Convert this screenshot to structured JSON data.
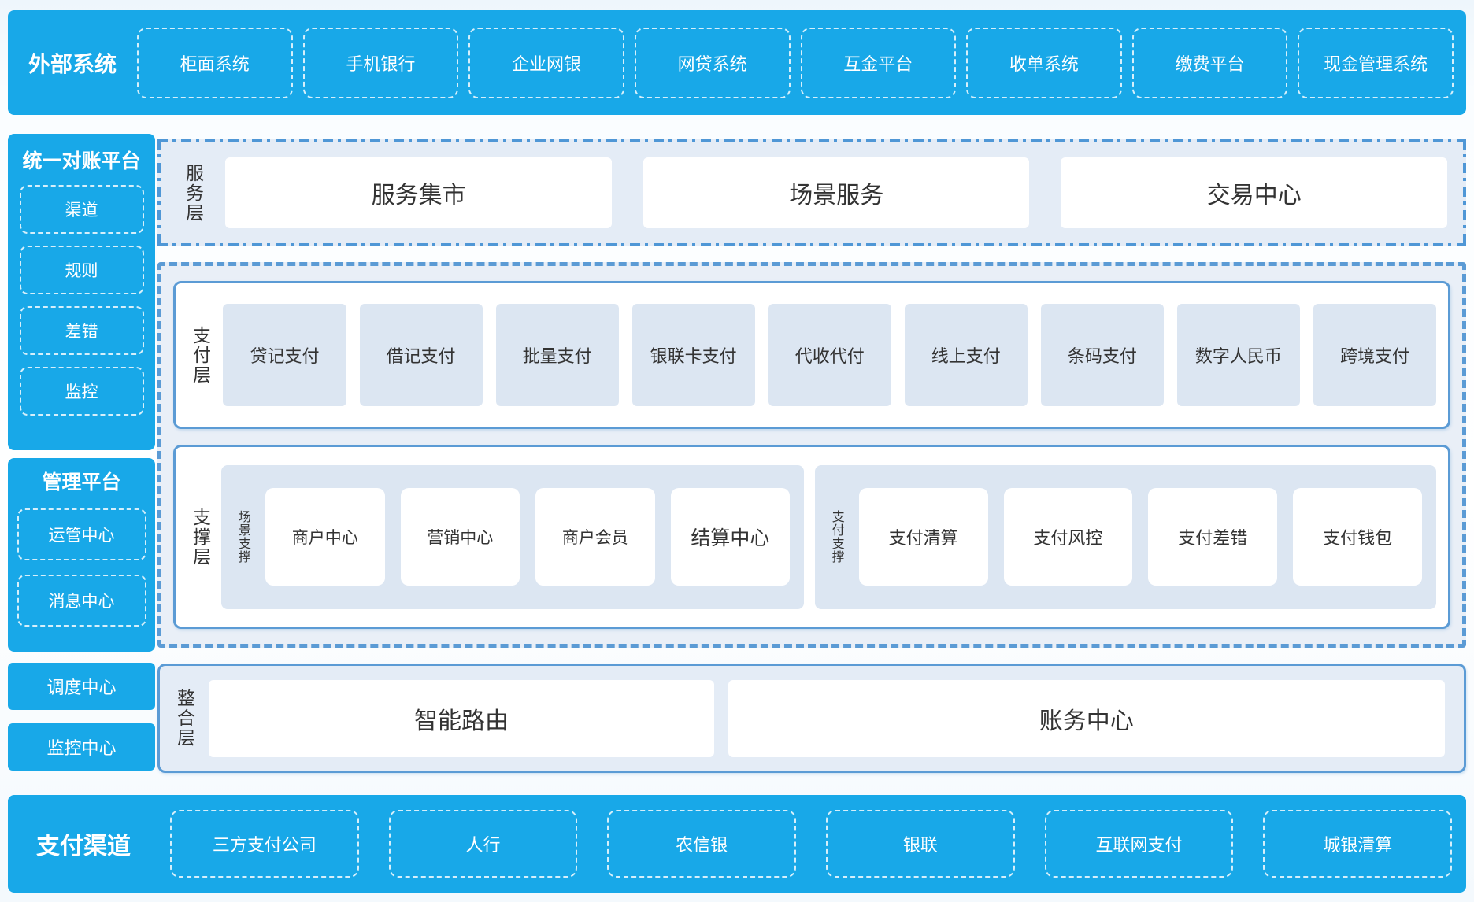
{
  "colors": {
    "cyan": "#18a8e8",
    "steel_border": "#5b9bd5",
    "panel_bg": "#e4ecf6",
    "tile_bg": "#dce6f2",
    "text_dark": "#383838"
  },
  "top_bar": {
    "title": "外部系统",
    "items": [
      "柜面系统",
      "手机银行",
      "企业网银",
      "网贷系统",
      "互金平台",
      "收单系统",
      "缴费平台",
      "现金管理系统"
    ]
  },
  "sidebar": {
    "recon": {
      "title": "统一对账平台",
      "items": [
        "渠道",
        "规则",
        "差错",
        "监控"
      ]
    },
    "mgmt": {
      "title": "管理平台",
      "items": [
        "运管中心",
        "消息中心"
      ]
    },
    "standalone": [
      "调度中心",
      "监控中心"
    ]
  },
  "service": {
    "label": "服务层",
    "items": [
      "服务集市",
      "场景服务",
      "交易中心"
    ]
  },
  "payment": {
    "label": "支付层",
    "items": [
      "贷记支付",
      "借记支付",
      "批量支付",
      "银联卡支付",
      "代收代付",
      "线上支付",
      "条码支付",
      "数字人民币",
      "跨境支付"
    ]
  },
  "support": {
    "label": "支撑层",
    "groups": [
      {
        "label": "场景支撑",
        "items": [
          "商户中心",
          "营销中心",
          "商户会员",
          "结算中心"
        ]
      },
      {
        "label": "支付支撑",
        "items": [
          "支付清算",
          "支付风控",
          "支付差错",
          "支付钱包"
        ]
      }
    ]
  },
  "integration": {
    "label": "整合层",
    "items": [
      "智能路由",
      "账务中心"
    ]
  },
  "bottom_bar": {
    "title": "支付渠道",
    "items": [
      "三方支付公司",
      "人行",
      "农信银",
      "银联",
      "互联网支付",
      "城银清算"
    ]
  }
}
